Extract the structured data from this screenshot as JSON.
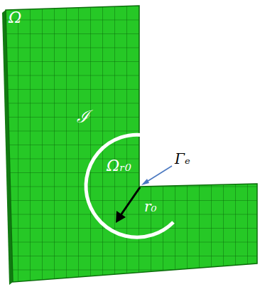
{
  "diagram": {
    "labels": [
      "Ω",
      "ℐ",
      "Ωᵣ₀",
      "Γₑ",
      "r₀"
    ]
  }
}
